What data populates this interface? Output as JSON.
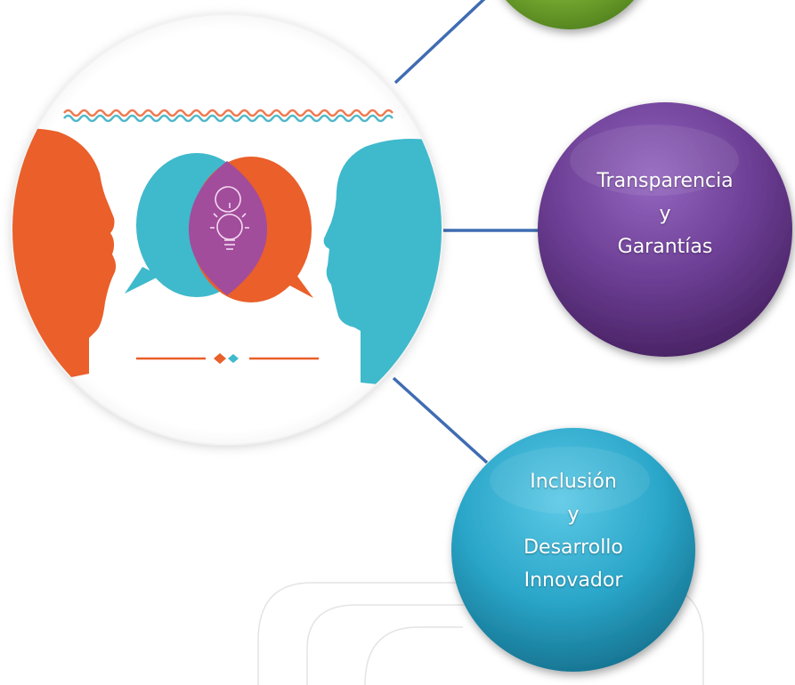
{
  "diagram": {
    "central_image": {
      "icon": "dialogue-lightbulb-illustration"
    },
    "nodes": [
      {
        "id": "green",
        "color": "#7aad33",
        "lines": []
      },
      {
        "id": "transparencia",
        "color": "#6b3d93",
        "lines": [
          "Transparencia",
          "y",
          "Garantías"
        ]
      },
      {
        "id": "inclusion",
        "color": "#2aa6c9",
        "lines": [
          "Inclusión",
          "y",
          "Desarrollo",
          "Innovador"
        ]
      }
    ],
    "connector_color": "#3f6cb3"
  }
}
